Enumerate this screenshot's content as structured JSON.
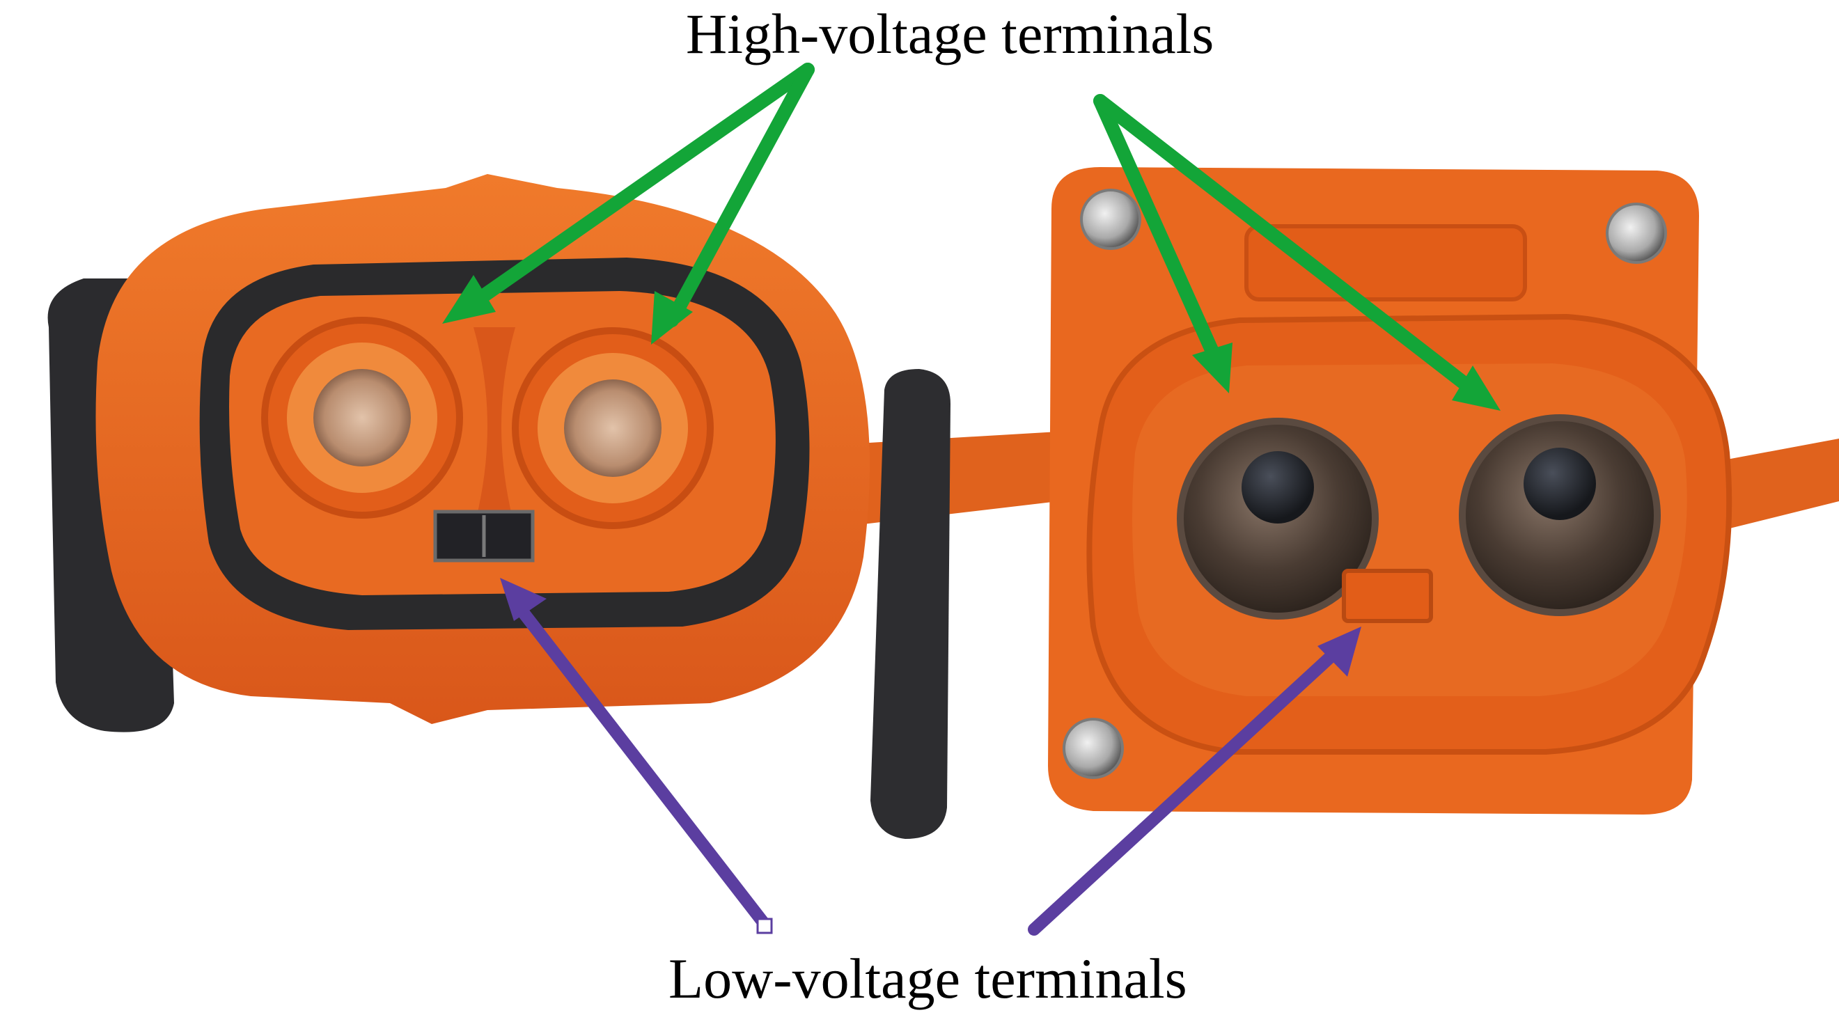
{
  "labels": {
    "high_voltage": "High-voltage terminals",
    "low_voltage": "Low-voltage terminals"
  },
  "colors": {
    "high_voltage_arrow": "#13a538",
    "low_voltage_arrow": "#5b3ea0",
    "connector_orange": "#e8651b",
    "connector_black": "#2a2a2c",
    "terminal_copper": "#c9a486"
  },
  "objects": {
    "left_connector": "plug-connector",
    "right_connector": "socket-connector"
  }
}
